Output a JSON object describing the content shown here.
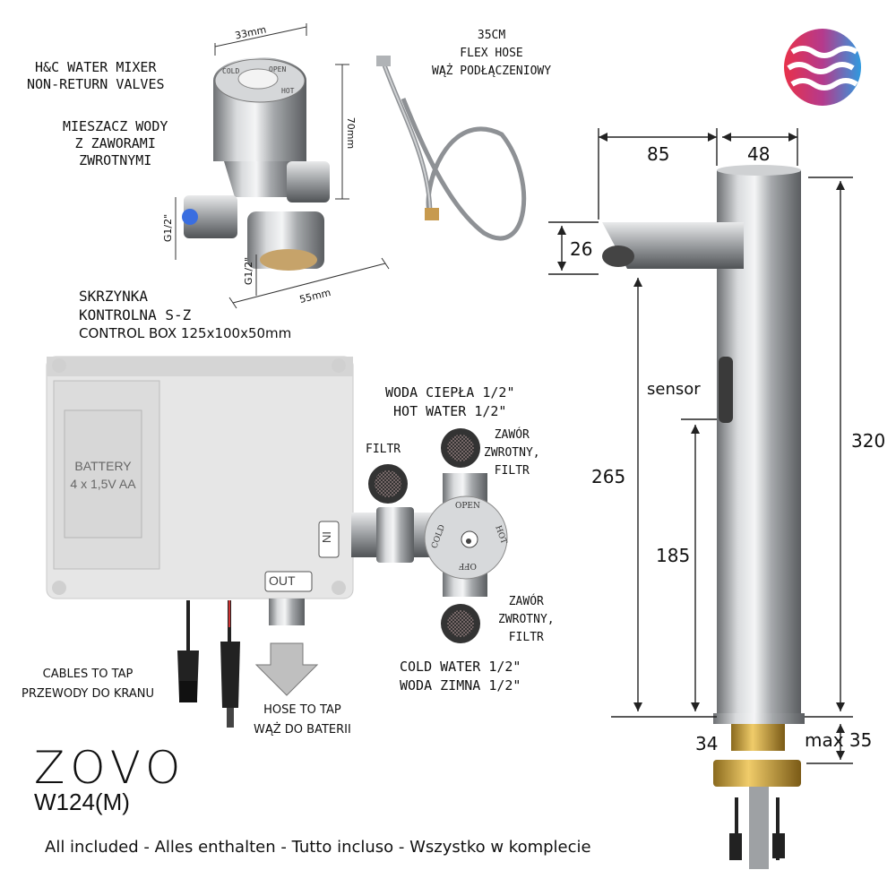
{
  "mixer": {
    "title_en": [
      "H&C WATER MIXER",
      "NON-RETURN VALVES"
    ],
    "title_pl": [
      "MIESZACZ WODY",
      "Z ZAWORAMI",
      "ZWROTNYMI"
    ],
    "dim_width": "33mm",
    "dim_height": "70mm",
    "dim_depth": "55mm",
    "thread_1": "G1/2\"",
    "thread_2": "G1/2\""
  },
  "hose": {
    "label": [
      "35CM",
      "FLEX HOSE",
      "WĄŻ PODŁĄCZENIOWY"
    ]
  },
  "control_box": {
    "title": [
      "SKRZYNKA",
      "KONTROLNA S-Z",
      "CONTROL BOX 125x100x50mm"
    ],
    "battery_label": [
      "BATTERY",
      "4 x 1,5V AA"
    ],
    "port_in": "IN",
    "port_out": "OUT",
    "cables_label": [
      "CABLES TO TAP",
      "PRZEWODY DO KRANU"
    ],
    "hose_label": [
      "HOSE TO TAP",
      "WĄŻ DO BATERII"
    ]
  },
  "valve": {
    "hot_label": [
      "WODA CIEPŁA 1/2\"",
      "HOT WATER 1/2\""
    ],
    "filter_label": "FILTR",
    "check_valve_top": [
      "ZAWÓR",
      "ZWROTNY,",
      "FILTR"
    ],
    "check_valve_bottom": [
      "ZAWÓR",
      "ZWROTNY,",
      "FILTR"
    ],
    "cold_label": [
      "COLD WATER 1/2\"",
      "WODA ZIMNA 1/2\""
    ],
    "face_text": {
      "top": "OPEN",
      "left": "COLD",
      "right": "HOT",
      "bottom": "OFF"
    }
  },
  "tap": {
    "dim_spout_length": "85",
    "dim_body_diameter": "48",
    "dim_spout_height": "26",
    "dim_total_height": "320",
    "dim_spout_clearance": "265",
    "dim_sensor_height": "185",
    "dim_thread": "34",
    "dim_max_thickness": "max 35",
    "sensor_label": "sensor"
  },
  "brand": {
    "name": "ZOVO",
    "model": "W124(M)",
    "tagline": "All included - Alles enthalten - Tutto incluso - Wszystko w komplecie"
  },
  "accent": {
    "hot": "#e8314a",
    "cold": "#2e9be0",
    "chrome": "#b9bcc0",
    "box": "#e4e4e4"
  }
}
